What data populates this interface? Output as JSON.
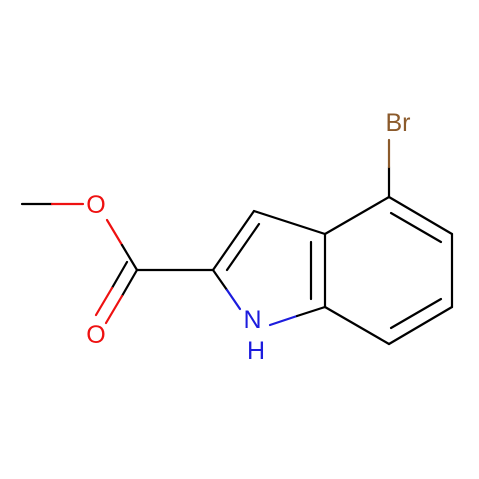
{
  "structure": {
    "atoms": [
      {
        "id": "Br",
        "label": "Br",
        "color": "#8b5a2b"
      },
      {
        "id": "O_ether",
        "label": "O",
        "color": "#ee1111"
      },
      {
        "id": "O_carbonyl",
        "label": "O",
        "color": "#ee1111"
      },
      {
        "id": "NH",
        "label": "NH",
        "color": "#1c1cdd"
      }
    ],
    "colors": {
      "carbon_bond": "#000000",
      "oxygen": "#ee1111",
      "nitrogen": "#1c1cdd",
      "bromine": "#8b5a2b"
    }
  }
}
